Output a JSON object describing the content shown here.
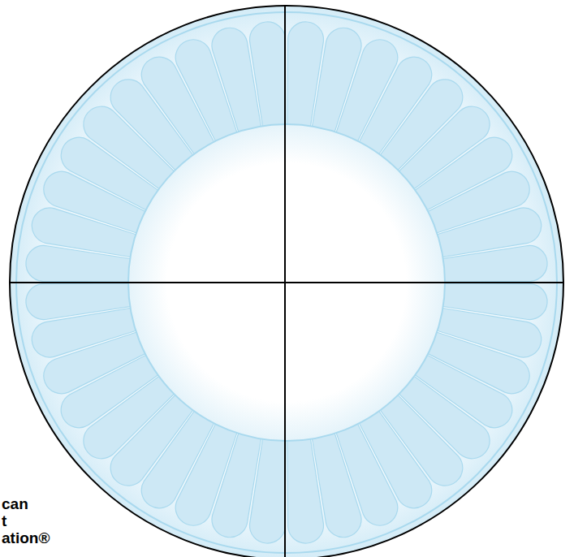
{
  "diagram": {
    "labels": [
      "can",
      "t",
      "ation®"
    ]
  }
}
